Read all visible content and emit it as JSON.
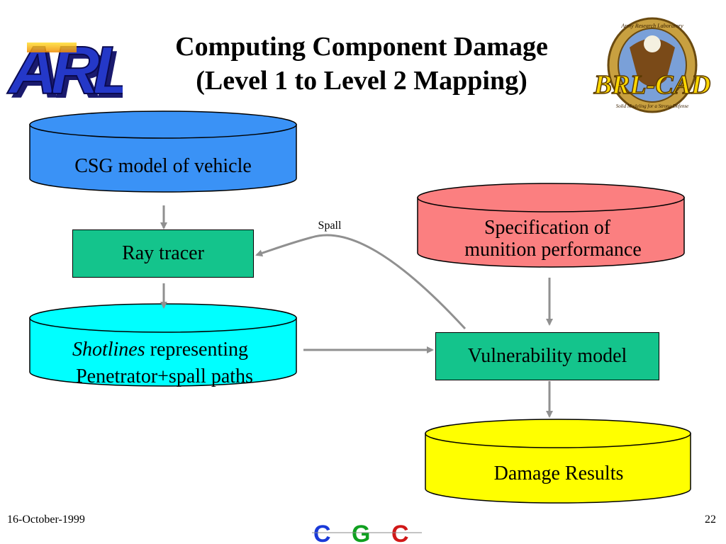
{
  "slide": {
    "title_line1": "Computing Component Damage",
    "title_line2": "(Level 1 to Level 2 Mapping)",
    "logo_left": "ARL",
    "logo_right": "BRL-CAD",
    "logo_right_ring_text": "Army Research Laboratory",
    "logo_right_ring_text2": "Solid Modeling for a Strong Defense",
    "date": "16-October-1999",
    "page_number": "22",
    "footer_logo": "CGC"
  },
  "diagram": {
    "csg_model": "CSG model of vehicle",
    "ray_tracer": "Ray tracer",
    "shotlines_italic": "Shotlines",
    "shotlines_rest": " representing",
    "shotlines_line2": "Penetrator+spall paths",
    "munition_line1": "Specification of",
    "munition_line2": "munition performance",
    "vulnerability": "Vulnerability model",
    "damage": "Damage Results",
    "spall_label": "Spall"
  },
  "colors": {
    "csg_fill": "#3a92f6",
    "shotlines_fill": "#00ffff",
    "munition_fill": "#fb7f80",
    "damage_fill": "#ffff00",
    "box_fill": "#14c48c",
    "arrow": "#909090"
  }
}
